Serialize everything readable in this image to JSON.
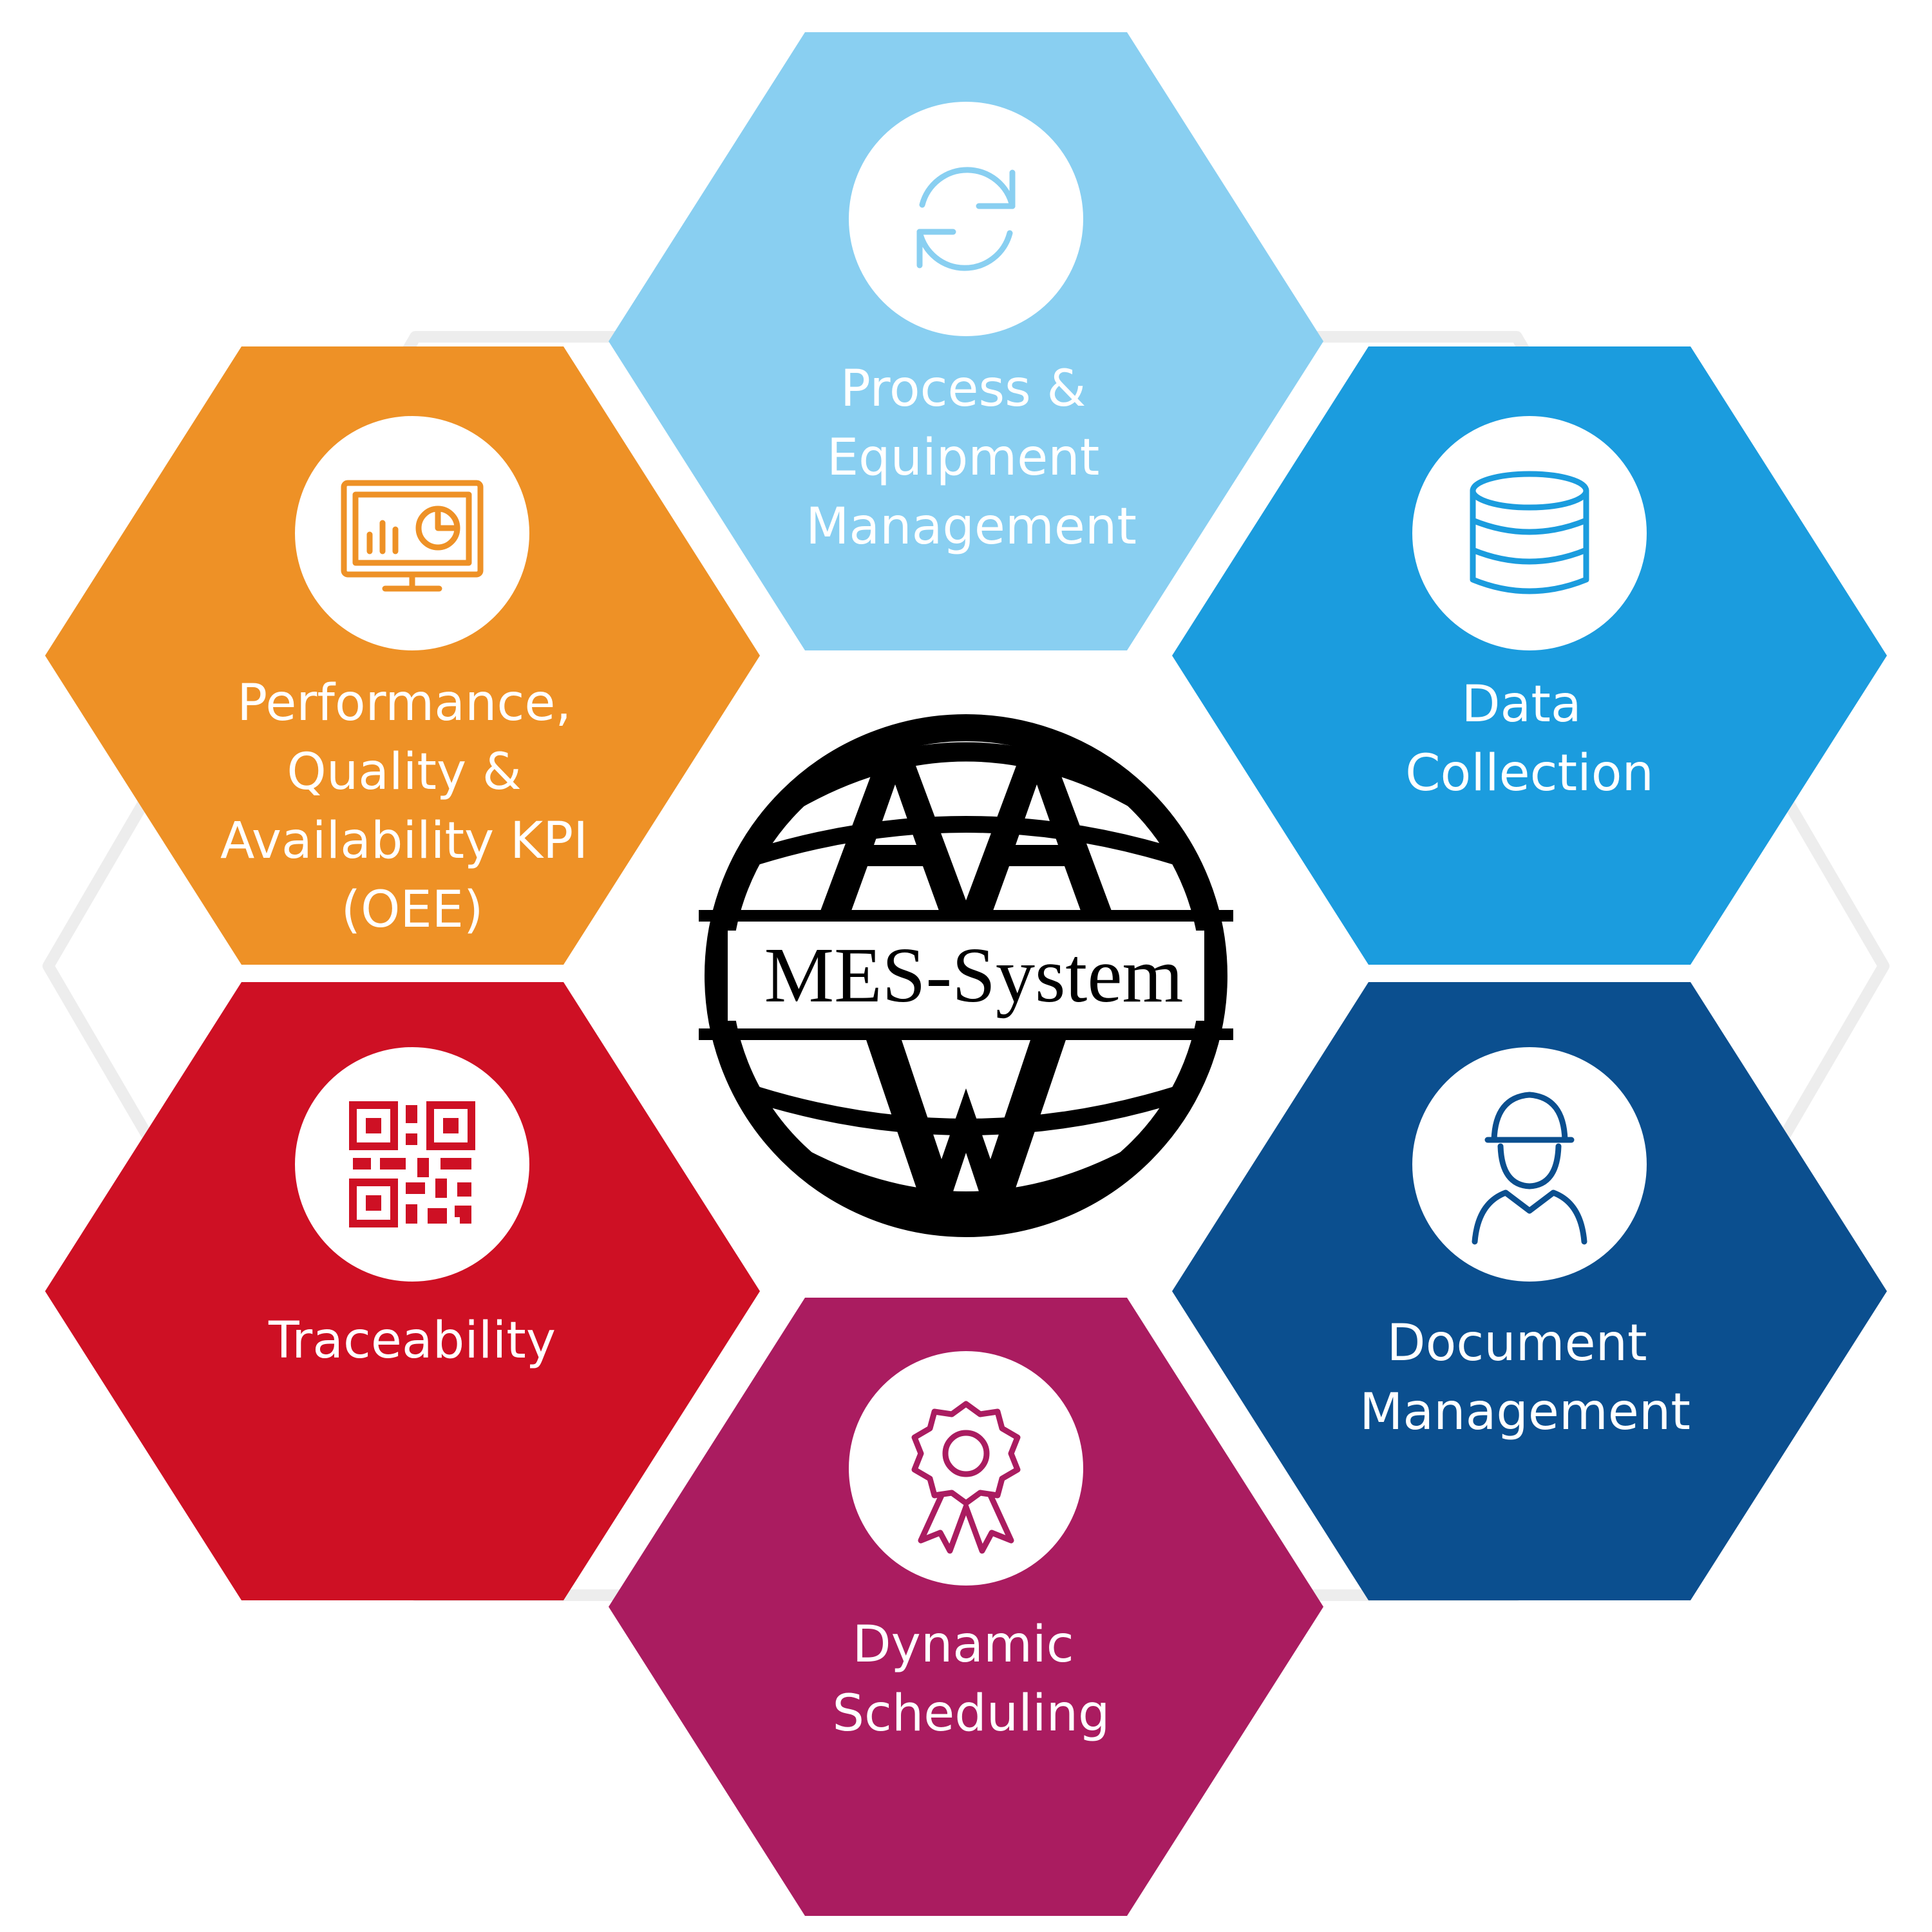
{
  "center": {
    "title": "MES-System",
    "logo_icon": "globe-aw-logo-icon"
  },
  "modules": [
    {
      "id": "process",
      "lines": [
        "Process &",
        "Equipment",
        "Management"
      ],
      "icon": "refresh-cycle-icon",
      "color": "#89CFF1"
    },
    {
      "id": "data",
      "lines": [
        "Data",
        "Collection"
      ],
      "icon": "database-icon",
      "color": "#1B9CDE"
    },
    {
      "id": "document",
      "lines": [
        "Document",
        "Management"
      ],
      "icon": "worker-avatar-icon",
      "color": "#0B4F8F"
    },
    {
      "id": "scheduling",
      "lines": [
        "Dynamic",
        "Scheduling"
      ],
      "icon": "award-ribbon-icon",
      "color": "#AA1C60"
    },
    {
      "id": "traceability",
      "lines": [
        "Traceability"
      ],
      "icon": "qr-code-icon",
      "color": "#CE1024"
    },
    {
      "id": "performance",
      "lines": [
        "Performance,",
        "Quality &",
        "Availability KPI",
        "(OEE)"
      ],
      "icon": "monitor-chart-icon",
      "color": "#EE9126"
    }
  ]
}
